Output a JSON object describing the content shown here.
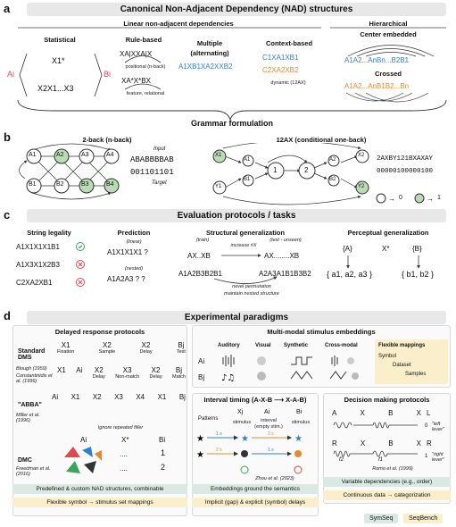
{
  "panel_a": {
    "letter": "a",
    "title": "Canonical Non-Adjacent Dependency (NAD) structures",
    "linear_header": "Linear non-adjacent dependencies",
    "hier_header": "Hierarchical",
    "statistical": "Statistical",
    "rule_based": "Rule-based",
    "rule_note1": "positional (n-back)",
    "rule_note2": "feature, relational",
    "multiple": "Multiple",
    "alternating": "(alternating)",
    "multiple_seq": "A1XB1XA2XXB2",
    "context_based": "Context-based",
    "context_note": "dynamic (12AX)",
    "center_embedded": "Center embedded",
    "crossed": "Crossed",
    "stat_top": "X1*",
    "stat_bottom": "X2X1...X3",
    "stat_ai": "Ai",
    "stat_bi": "Bi",
    "rule_top": "XA|XXA|X",
    "rule_bottom": "XA*X*BX",
    "context_top": "C1XA1XB1",
    "context_bottom": "C2XA2XB2",
    "center_seq": "A1A2...AnBn...B2B1",
    "crossed_seq": "A1A2...AnB1B2...Bn"
  },
  "grammar_formulation": "Grammar formulation",
  "panel_b": {
    "letter": "b",
    "nback_title": "2-back (n-back)",
    "input_label": "Input",
    "input_seq": "ABABBBBAB",
    "target_seq": "001101101",
    "target_label": "Target",
    "twelve_ax_title": "12AX (conditional one-back)",
    "ax_input": "2AXBY121BXAXAY",
    "ax_target": "00000100000100",
    "legend_0": "0",
    "legend_1": "1",
    "node_a1": "A1",
    "node_a2": "A2",
    "node_a3": "A3",
    "node_a4": "A4",
    "node_b1": "B1",
    "node_b2": "B2",
    "node_b3": "B3",
    "node_b4": "B4",
    "node_x1": "X1",
    "node_y1": "Y1",
    "node_x2": "X2",
    "node_y2": "Y2",
    "node_1": "1",
    "node_2": "2",
    "node_a_1": "A1",
    "node_b_1": "B1",
    "node_a_2": "A2",
    "node_b_2": "B2"
  },
  "panel_c": {
    "letter": "c",
    "title": "Evaluation protocols / tasks",
    "string_legality": "String legality",
    "legal1": "A1X1X1X1B1",
    "legal2": "A1X3X1X2B3",
    "legal3": "C2XA2XB1",
    "prediction": "Prediction",
    "pred_linear": "(linear)",
    "pred_linear_seq": "A1X1X1X1 ?",
    "pred_nested": "(nested)",
    "pred_nested_seq": "A1A2A3 ? ?",
    "structural": "Structural generalization",
    "train": "(train)",
    "test": "(test - unseen)",
    "increase": "increase #X",
    "struct_ax1": "AX..XB",
    "struct_ax2": "AX........XB",
    "struct_a1": "A1A2B3B2B1",
    "struct_a2": "A2A3A1B1B3B2",
    "novel": "novel permutation",
    "maintain": "maintain nested structure",
    "perceptual": "Perceptual generalization",
    "perc_a": "{A}",
    "perc_x": "X*",
    "perc_b": "{B}",
    "perc_set_a": "{ a1, a2, a3 }",
    "perc_set_b": "{ b1, b2 }"
  },
  "panel_d": {
    "letter": "d",
    "title": "Experimental paradigms",
    "delayed_header": "Delayed response protocols",
    "standard_dms": "Standard DMS",
    "blough": "Blough (1959)",
    "constantinidis": "Constantinidis et al. (1996)",
    "dms_row1": [
      "X1",
      "X2",
      "X2",
      "Bj"
    ],
    "dms_row1_sub": [
      "Fixation",
      "Sample",
      "Delay",
      "Test"
    ],
    "dms_row2": [
      "X1",
      "Ai",
      "X2",
      "X3",
      "X2",
      "Bj"
    ],
    "dms_row2_sub": [
      "Delay",
      "Non-match",
      "Delay",
      "Match"
    ],
    "abba": "\"ABBA\"",
    "miller": "Miller et al. (1996)",
    "abba_row": [
      "Ai",
      "X1",
      "X2",
      "X3",
      "X4",
      "X1",
      "Bj"
    ],
    "ignore": "Ignore repeated filler",
    "dmc": "DMC",
    "freedman": "Freedman et al. (2016)",
    "dmc_ai": "Ai",
    "dmc_x": "X*",
    "dmc_bi": "Bi",
    "dmc_1": "1",
    "dmc_2": "2",
    "dmc_dots": "....",
    "foot1": "Predefined & custom NAD structures, combinable",
    "foot2": "Flexible symbol → stimulus set mappings",
    "multimodal_header": "Multi-modal stimulus embeddings",
    "mm_auditory": "Auditory",
    "mm_visual": "Visual",
    "mm_synthetic": "Synthetic",
    "mm_crossmodal": "Cross-modal",
    "mm_ai": "Ai",
    "mm_bj": "Bj",
    "flex_mappings": "Flexible mappings",
    "flex_symbol": "Symbol",
    "flex_dataset": "Dataset",
    "flex_samples": "Samples",
    "interval_header": "Interval timing (A-X-B ⟶ X-A-B)",
    "patterns": "Patterns",
    "it_xj": "Xj",
    "it_ai": "Ai",
    "it_bi": "Bi",
    "it_stimulus": "stimulus",
    "it_interval": "interval",
    "it_empty": "(empty stim.)",
    "it_stimulus2": "stimulus",
    "it_1s": "1 s",
    "it_2s": "2 s",
    "zhou": "Zhou et al. (2023)",
    "foot3": "Embeddings ground the semantics",
    "foot4": "Implicit (gap) & explicit (symbol) delays",
    "decision_header": "Decision making protocols",
    "dm_row1": [
      "A",
      "X",
      "B",
      "X"
    ],
    "dm_row2": [
      "R",
      "X",
      "B",
      "X"
    ],
    "dm_l": "L",
    "dm_r": "R",
    "dm_0": "0",
    "dm_1": "1",
    "dm_left": "\"left lever\"",
    "dm_right": "\"right lever\"",
    "dm_f2": "f2",
    "dm_f1": "f1",
    "romo": "Romo et al. (1999)",
    "foot5": "Variable dependencies (e.g., order)",
    "foot6": "Continuous data → categorization",
    "symseq": "SymSeq",
    "seqbench": "SeqBench"
  },
  "colors": {
    "red": "#e0484a",
    "blue": "#2f7fd0",
    "orange": "#e68a2e",
    "green_node": "#b9dcb4",
    "foot_green": "#dbe9e4",
    "foot_yellow": "#faeecb"
  }
}
